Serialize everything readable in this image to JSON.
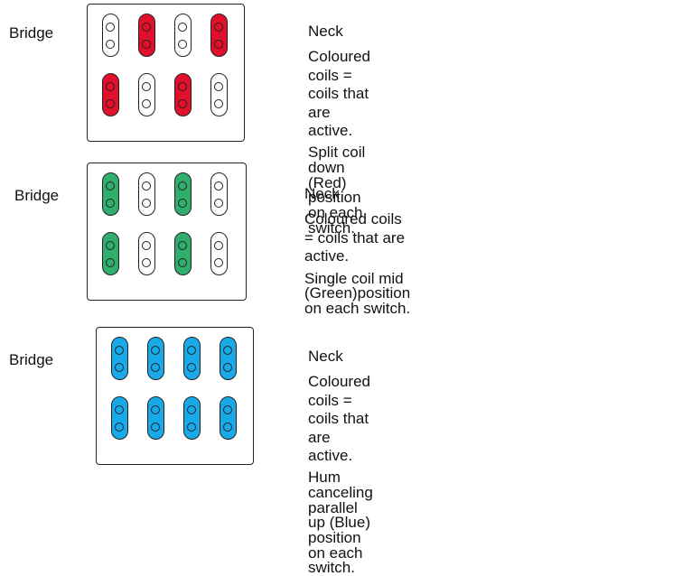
{
  "panels": [
    {
      "bridge_label": "Bridge",
      "neck_label": "Neck",
      "legend_text": "Coloured coils = coils that are active.",
      "description_line1": "Split coil down (Red) position",
      "description_line2": "on each switch.",
      "active_color": "#e0102a",
      "active_coils": [
        [
          false,
          true,
          false,
          true
        ],
        [
          true,
          false,
          true,
          false
        ]
      ]
    },
    {
      "bridge_label": "Bridge",
      "neck_label": "Neck",
      "legend_text": "Coloured coils = coils that are active.",
      "description_line1": "Single coil mid (Green)position",
      "description_line2": "on each switch.",
      "active_color": "#2fae6c",
      "active_coils": [
        [
          true,
          false,
          true,
          false
        ],
        [
          true,
          false,
          true,
          false
        ]
      ]
    },
    {
      "bridge_label": "Bridge",
      "neck_label": "Neck",
      "legend_text": "Coloured coils = coils that are active.",
      "description_line1": "Hum canceling parallel up (Blue) position",
      "description_line2": "on each switch.",
      "active_color": "#18a9e8",
      "active_coils": [
        [
          true,
          true,
          true,
          true
        ],
        [
          true,
          true,
          true,
          true
        ]
      ]
    }
  ]
}
